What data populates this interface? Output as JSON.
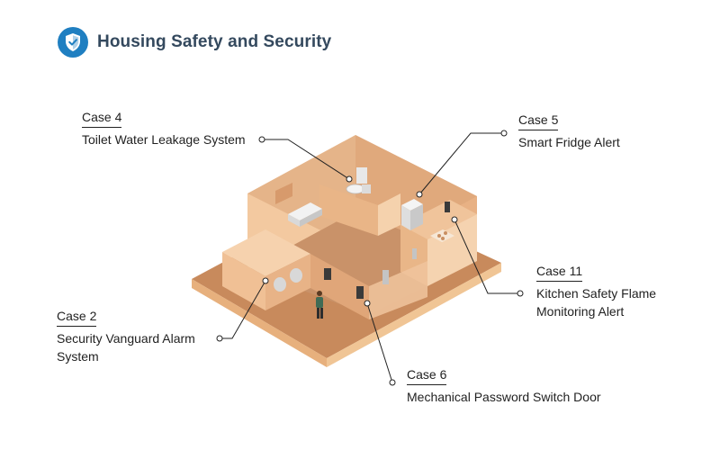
{
  "header": {
    "title": "Housing Safety and Security",
    "icon": "shield-check-icon",
    "accent_color": "#1f7fc1"
  },
  "callouts": [
    {
      "case": "Case 4",
      "desc": "Toilet Water Leakage System"
    },
    {
      "case": "Case 5",
      "desc": "Smart Fridge Alert"
    },
    {
      "case": "Case 11",
      "desc": "Kitchen Safety Flame Monitoring Alert"
    },
    {
      "case": "Case 2",
      "desc": "Security Vanguard Alarm System"
    },
    {
      "case": "Case 6",
      "desc": "Mechanical Password Switch Door"
    }
  ],
  "colors": {
    "floor": "#c88a5c",
    "wall_light": "#f3c9a0",
    "wall_mid": "#e8b184",
    "wall_dark": "#d69c6f"
  }
}
